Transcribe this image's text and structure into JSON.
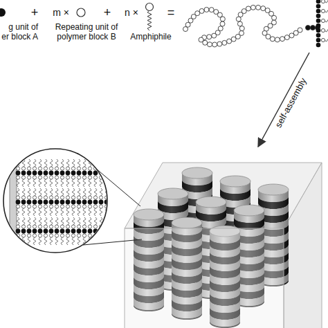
{
  "diagram": {
    "labels": [
      "g unit of er block A",
      "+",
      "m ×",
      "Repeating unit of polymer block B",
      "+",
      "n ×",
      "Amphiphile",
      "=",
      "self-assembly"
    ]
  }
}
